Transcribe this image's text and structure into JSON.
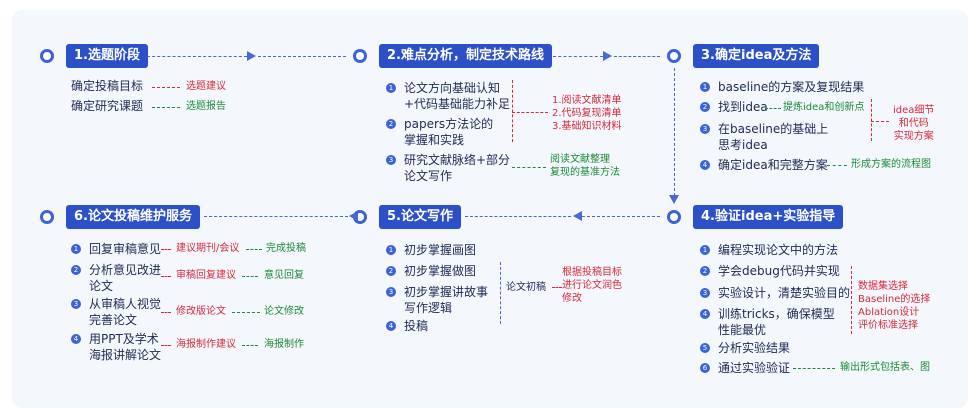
{
  "stages": [
    {
      "title": "1.选题阶段"
    },
    {
      "title": "2.难点分析，制定技术路线"
    },
    {
      "title": "3.确定idea及方法"
    },
    {
      "title": "4.验证idea+实验指导"
    },
    {
      "title": "5.论文写作"
    },
    {
      "title": "6.论文投稿维护服务"
    }
  ],
  "s1": {
    "rows": [
      {
        "text": "确定投稿目标",
        "note": "选题建议"
      },
      {
        "text": "确定研究课题",
        "note": "选题报告"
      }
    ]
  },
  "s2": {
    "items": [
      {
        "n": "1",
        "l1": "论文方向基础认知",
        "l2": "+代码基础能力补足"
      },
      {
        "n": "2",
        "l1": "papers方法论的",
        "l2": "掌握和实践"
      },
      {
        "n": "3",
        "l1": "研究文献脉络+部分",
        "l2": "论文写作"
      }
    ],
    "red_notes": [
      "1.阅读文献清单",
      "2.代码复现清单",
      "3.基础知识材料"
    ],
    "green_notes": [
      "阅读文献整理",
      "复现的基准方法"
    ]
  },
  "s3": {
    "items": [
      {
        "n": "1",
        "l1": "baseline的方案及复现结果",
        "l2": ""
      },
      {
        "n": "2",
        "l1": "找到idea",
        "l2": ""
      },
      {
        "n": "3",
        "l1": "在baseline的基础上",
        "l2": "思考idea"
      },
      {
        "n": "4",
        "l1": "确定idea和完整方案",
        "l2": ""
      }
    ],
    "note_green_1": "提炼idea和创新点",
    "red_notes": [
      "idea细节",
      "和代码",
      "实现方案"
    ],
    "note_green_2": "形成方案的流程图"
  },
  "s4": {
    "items": [
      {
        "n": "1",
        "l1": "编程实现论文中的方法",
        "l2": ""
      },
      {
        "n": "2",
        "l1": "学会debug代码并实现",
        "l2": ""
      },
      {
        "n": "3",
        "l1": "实验设计，清楚实验目的",
        "l2": ""
      },
      {
        "n": "4",
        "l1": "训练tricks，确保模型",
        "l2": "性能最优"
      },
      {
        "n": "5",
        "l1": "分析实验结果",
        "l2": ""
      },
      {
        "n": "6",
        "l1": "通过实验验证",
        "l2": ""
      }
    ],
    "red_notes": [
      "数据集选择",
      "Baseline的选择",
      "Ablation设计",
      "评价标准选择"
    ],
    "note_green": "输出形式包括表、图"
  },
  "s5": {
    "items": [
      {
        "n": "1",
        "l1": "初步掌握画图",
        "l2": ""
      },
      {
        "n": "2",
        "l1": "初步掌握做图",
        "l2": ""
      },
      {
        "n": "3",
        "l1": "初步掌握讲故事",
        "l2": "写作逻辑"
      },
      {
        "n": "4",
        "l1": "投稿",
        "l2": ""
      }
    ],
    "note_blue": "论文初稿",
    "red_notes": [
      "根据投稿目标",
      "进行论文润色",
      "修改"
    ]
  },
  "s6": {
    "items": [
      {
        "n": "1",
        "l1": "回复审稿意见",
        "l2": "",
        "red": "建议期刊/会议",
        "green": "完成投稿"
      },
      {
        "n": "2",
        "l1": "分析意见改进",
        "l2": "论文",
        "red": "审稿回复建议",
        "green": "意见回复"
      },
      {
        "n": "3",
        "l1": "从审稿人视觉",
        "l2": "完善论文",
        "red": "修改版论文",
        "green": "论文修改"
      },
      {
        "n": "4",
        "l1": "用PPT及学术",
        "l2": "海报讲解论文",
        "red": "海报制作建议",
        "green": "海报制作"
      }
    ]
  },
  "colors": {
    "accent": "#2c50c8",
    "note_red": "#d62a3a",
    "note_green": "#1b8a3a",
    "background": "#f4f7fc"
  }
}
